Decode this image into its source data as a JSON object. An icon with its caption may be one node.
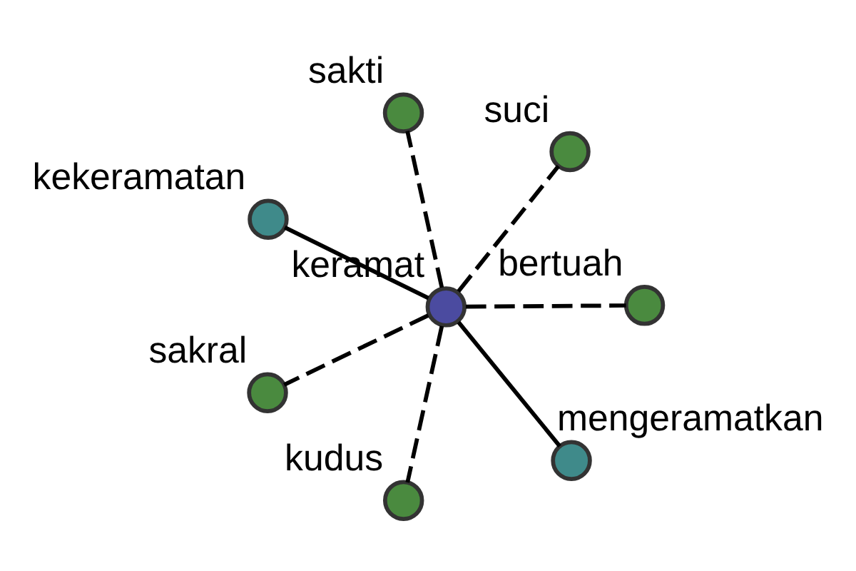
{
  "diagram": {
    "nodes": [
      {
        "text": [],
        "shape": "circle",
        "beside": [
          "keramat"
        ]
      },
      {
        "text": [],
        "shape": "circle",
        "beside": [
          "bertuah"
        ]
      },
      {
        "text": [],
        "shape": "circle",
        "beside": [
          "kudus"
        ]
      },
      {
        "text": [],
        "shape": "circle",
        "beside": [
          "kekeramatan"
        ]
      },
      {
        "text": [],
        "shape": "circle",
        "beside": [
          "suci"
        ]
      },
      {
        "text": [],
        "shape": "circle",
        "beside": [
          "sakti"
        ]
      },
      {
        "text": [],
        "shape": "circle",
        "beside": [
          "sakral"
        ]
      },
      {
        "text": [],
        "shape": "circle",
        "beside": [
          "mengeramatkan"
        ]
      }
    ],
    "edges": [
      {
        "from": 0,
        "to": 1,
        "arrow": "none",
        "style": "dashed"
      },
      {
        "from": 0,
        "to": 2,
        "arrow": "none",
        "style": "dashed"
      },
      {
        "from": 0,
        "to": 3,
        "arrow": "none"
      },
      {
        "from": 0,
        "to": 4,
        "arrow": "none",
        "style": "dashed"
      },
      {
        "from": 0,
        "to": 5,
        "arrow": "none",
        "style": "dashed"
      },
      {
        "from": 0,
        "to": 6,
        "arrow": "none",
        "style": "dashed"
      },
      {
        "from": 0,
        "to": 7,
        "arrow": "none"
      }
    ]
  }
}
